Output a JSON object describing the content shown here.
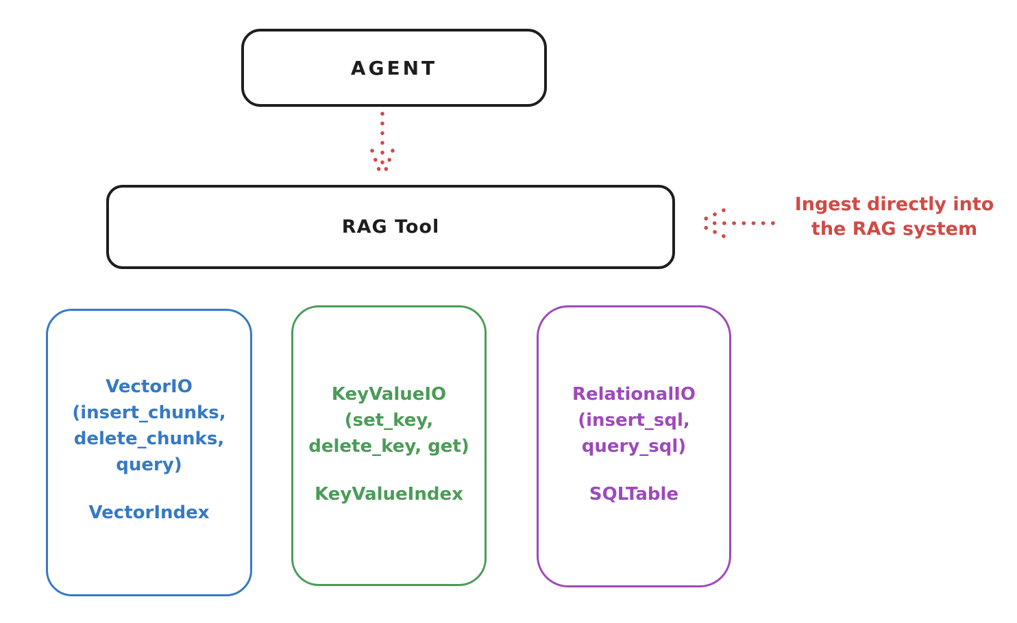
{
  "canvas": {
    "background": "#ffffff",
    "stroke_black": "#1e1e1e",
    "accent_red": "#d04a45"
  },
  "agent_box": {
    "label": "AGENT"
  },
  "rag_tool_box": {
    "label": "RAG Tool"
  },
  "annotation": {
    "line1": "Ingest directly into",
    "line2": "the RAG system",
    "color": "#d04a45"
  },
  "arrows": {
    "agent_to_rag": "dotted-red-arrow-down",
    "annotation_to_rag": "dotted-red-arrow-left"
  },
  "backend_boxes": [
    {
      "name": "vector-io",
      "color": "#3579c4",
      "lines": [
        "VectorIO",
        "(insert_chunks,",
        "delete_chunks,",
        "query)"
      ],
      "index_label": "VectorIndex"
    },
    {
      "name": "keyvalue-io",
      "color": "#4a9c57",
      "lines": [
        "KeyValueIO",
        "(set_key,",
        "delete_key, get)"
      ],
      "index_label": "KeyValueIndex"
    },
    {
      "name": "relational-io",
      "color": "#9d49bb",
      "lines": [
        "RelationalIO",
        "(insert_sql,",
        "query_sql)"
      ],
      "index_label": "SQLTable"
    }
  ]
}
